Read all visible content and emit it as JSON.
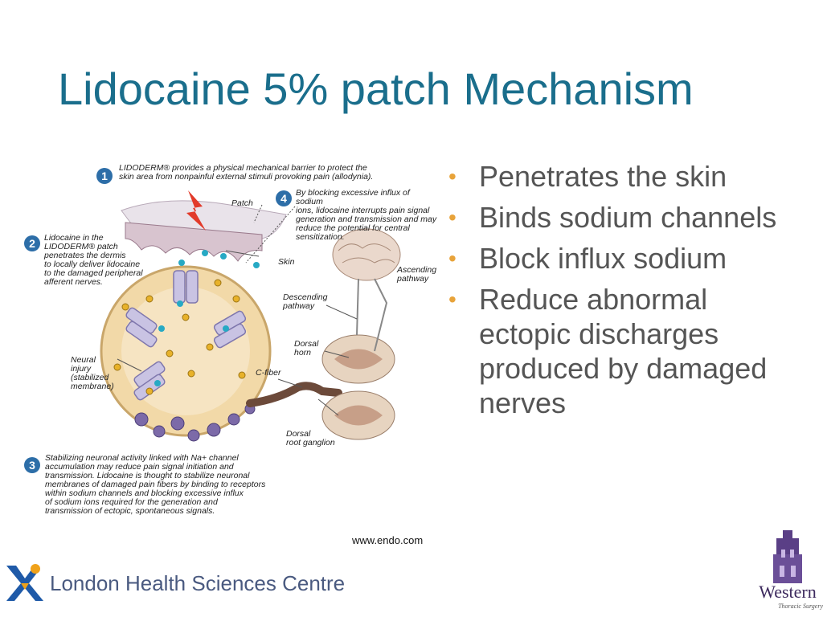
{
  "slide": {
    "title": "Lidocaine 5% patch Mechanism",
    "bullets": [
      "Penetrates the skin",
      "Binds sodium channels",
      "Block influx sodium",
      "Reduce abnormal ectopic discharges produced by damaged nerves"
    ],
    "source": "www.endo.com"
  },
  "diagram": {
    "step1": {
      "number": "1",
      "text": "LIDODERM® provides a physical mechanical barrier to protect the\nskin area from nonpainful external stimuli provoking pain (allodynia)."
    },
    "step2": {
      "number": "2",
      "text": "Lidocaine in the\nLIDODERM® patch\npenetrates the dermis\nto locally deliver lidocaine\nto the damaged peripheral\nafferent nerves."
    },
    "step3": {
      "number": "3",
      "text": "Stabilizing neuronal activity linked with Na+ channel\naccumulation may reduce pain signal initiation and\ntransmission. Lidocaine is thought to stabilize neuronal\nmembranes of damaged pain fibers by binding to receptors\nwithin sodium channels and blocking excessive influx\nof sodium ions required for the generation and\ntransmission of ectopic, spontaneous signals."
    },
    "step4": {
      "number": "4",
      "text": "By blocking excessive influx of sodium\nions, lidocaine interrupts pain signal\ngeneration and transmission and may\nreduce the potential for central\nsensitization."
    },
    "labels": {
      "patch": "Patch",
      "skin": "Skin",
      "ascending": "Ascending\npathway",
      "descending": "Descending\npathway",
      "dorsal_horn": "Dorsal\nhorn",
      "c_fiber": "C-fiber",
      "neural_injury": "Neural\ninjury\n(stabilized\nmembrane)",
      "drg": "Dorsal\nroot ganglion"
    }
  },
  "footer": {
    "left_logo_text": "London Health Sciences Centre",
    "right_logo_text": "Western",
    "right_logo_sub": "Thoracic Surgery"
  },
  "colors": {
    "title": "#1a6e8c",
    "bullet_dot": "#e8a33a",
    "bullet_text": "#555555",
    "step_badge": "#2d6ea8"
  }
}
